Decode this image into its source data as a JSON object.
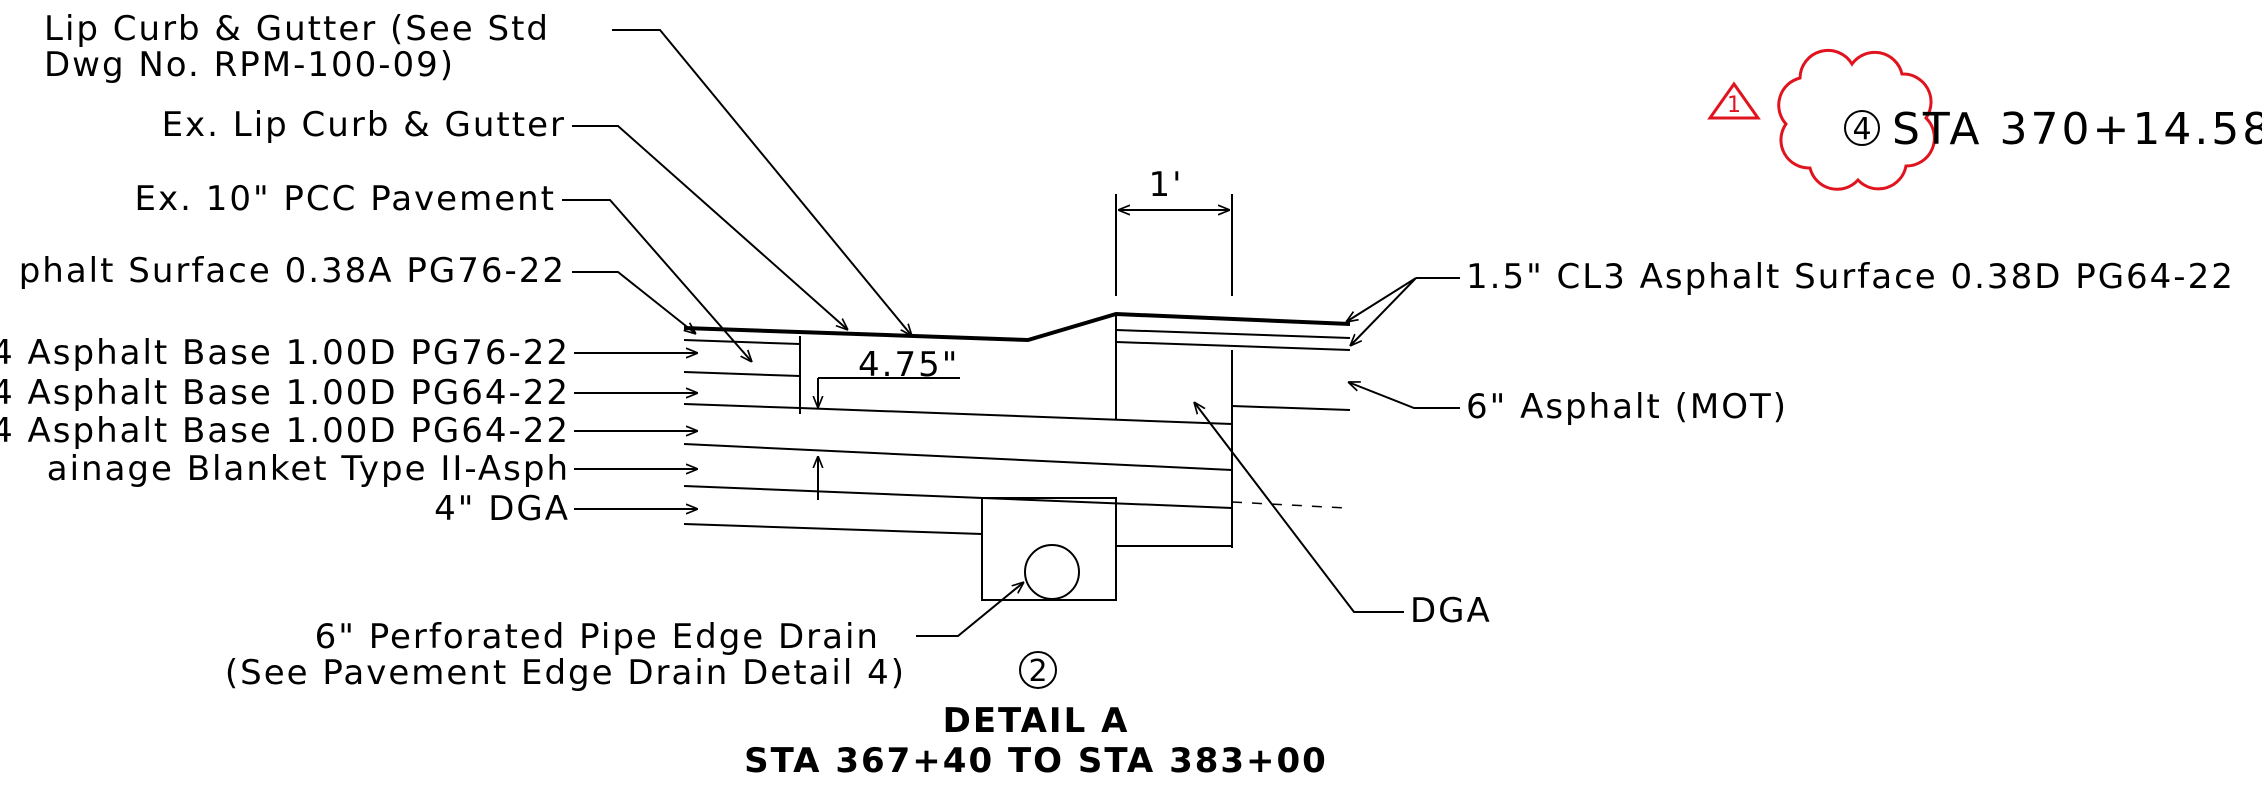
{
  "labels": {
    "lip_curb_line1": "Lip Curb & Gutter (See Std",
    "lip_curb_line2": "Dwg No. RPM-100-09)",
    "ex_lip_curb": "Ex. Lip Curb & Gutter",
    "ex_pcc": "Ex. 10\" PCC Pavement",
    "asphalt_surface_left": "phalt Surface 0.38A PG76-22",
    "asphalt_base_1": "4 Asphalt Base 1.00D PG76-22",
    "asphalt_base_2": "4 Asphalt Base 1.00D PG64-22",
    "asphalt_base_3": "4 Asphalt Base 1.00D PG64-22",
    "drainage_blanket": "ainage Blanket Type II-Asph",
    "dga_4in": "4\" DGA",
    "perf_pipe_line1": "6\" Perforated Pipe Edge Drain",
    "perf_pipe_line2": "(See Pavement Edge Drain Detail 4)",
    "asphalt_surface_right": "1.5\" CL3 Asphalt Surface 0.38D PG64-22",
    "asphalt_mot": "6\" Asphalt (MOT)",
    "dga_right": "DGA",
    "dim_4_75": "4.75\"",
    "dim_1ft": "1'"
  },
  "detail": {
    "marker": "2",
    "title": "DETAIL A",
    "range": "STA 367+40 TO STA 383+00"
  },
  "revision": {
    "triangle": "1",
    "marker": "4",
    "station": "STA 370+14.58"
  },
  "colors": {
    "linework": "#000000",
    "revision": "#e0141e"
  }
}
